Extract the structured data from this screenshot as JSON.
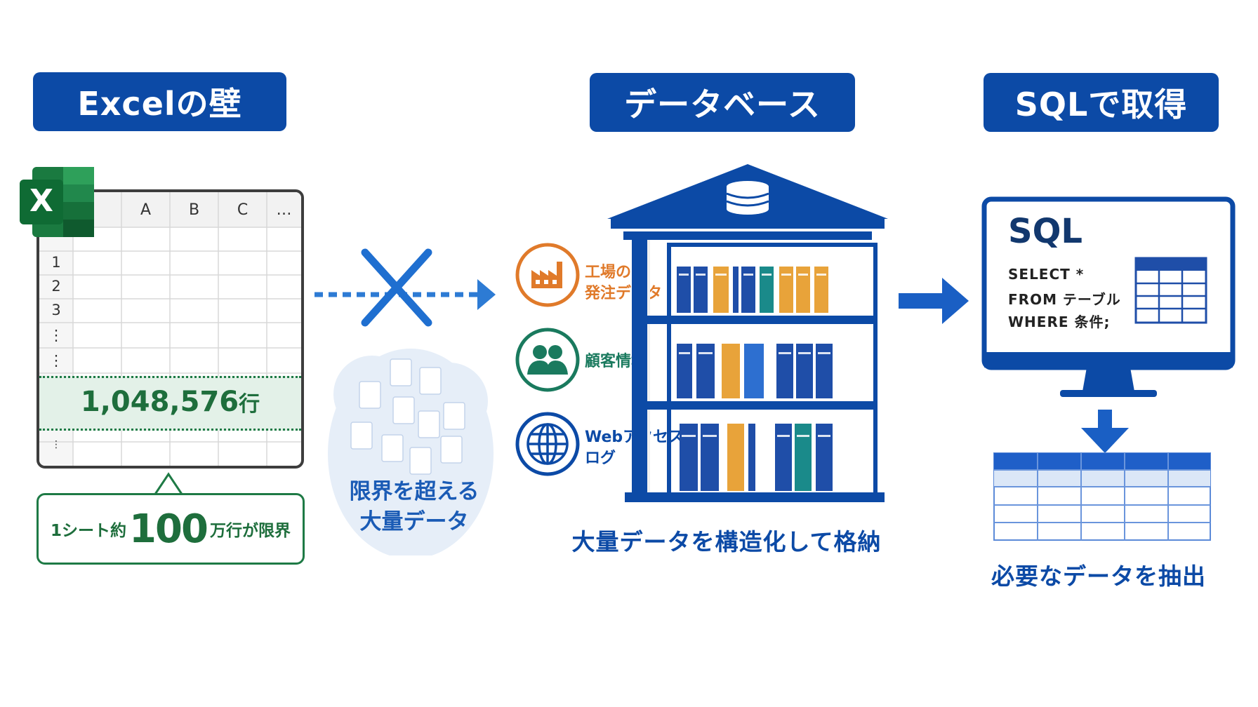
{
  "headers": {
    "excel": "Excelの壁",
    "database": "データベース",
    "sql": "SQLで取得"
  },
  "excel": {
    "logo_letter": "X",
    "columns": [
      "A",
      "B",
      "C",
      "…"
    ],
    "rows": [
      "1",
      "1",
      "2",
      "3",
      "⋮",
      "⋮",
      "⋮"
    ],
    "max_rows": "1,048,576",
    "rows_unit": "行",
    "limit_prefix": "1シート約",
    "limit_number": "100",
    "limit_suffix": "万行が限界"
  },
  "overflow": {
    "line1": "限界を超える",
    "line2": "大量データ"
  },
  "sources": [
    {
      "line1": "工場の",
      "line2": "発注データ",
      "icon": "factory-icon",
      "color": "#e07a2a"
    },
    {
      "line1": "顧客情報",
      "line2": "",
      "icon": "users-icon",
      "color": "#1a7a5e"
    },
    {
      "line1": "Webアクセス",
      "line2": "ログ",
      "icon": "globe-icon",
      "color": "#0c4aa6"
    }
  ],
  "database_caption": "大量データを構造化して格納",
  "sql": {
    "title": "SQL",
    "line1": "SELECT *",
    "line2": "FROM テーブル",
    "line3": "WHERE 条件;"
  },
  "result_caption": "必要なデータを抽出",
  "colors": {
    "brand_blue": "#0c4aa6",
    "excel_green": "#1e7a45",
    "orange": "#e8a33a",
    "teal": "#1a8a8a"
  }
}
